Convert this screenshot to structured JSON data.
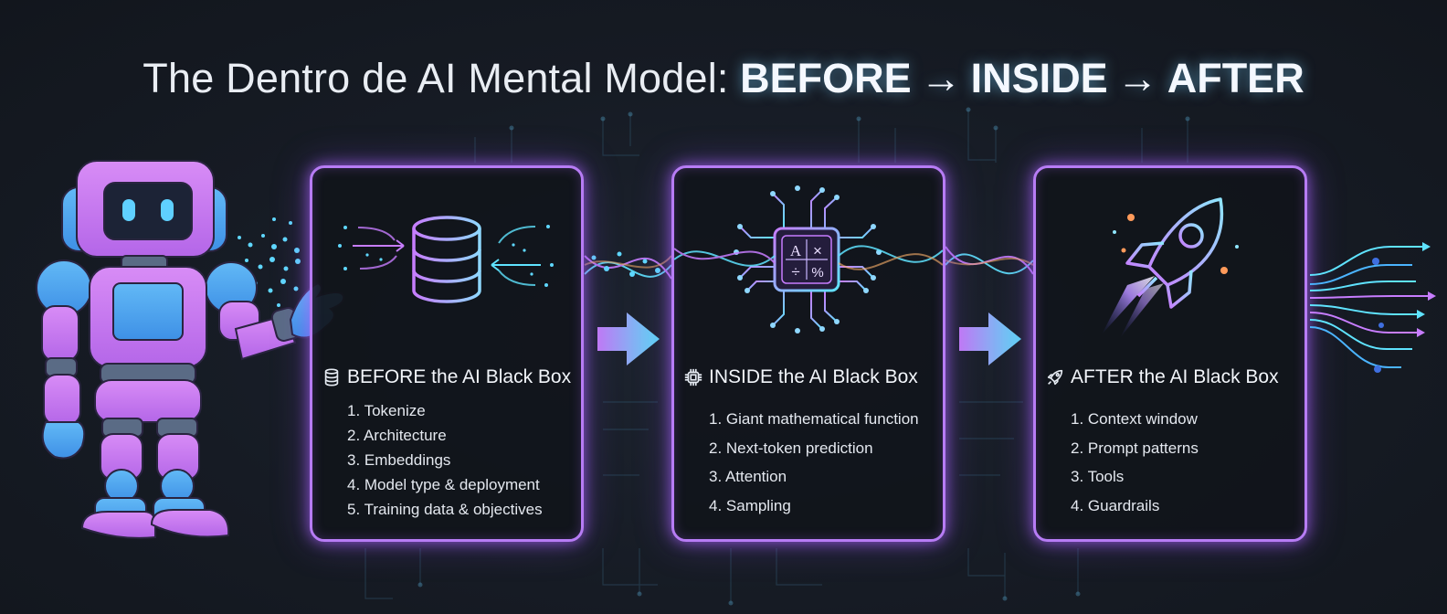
{
  "title": {
    "prefix": "The Dentro de AI Mental Model:",
    "steps": [
      "BEFORE",
      "INSIDE",
      "AFTER"
    ],
    "separator": "→"
  },
  "panels": [
    {
      "heading": "BEFORE the AI Black Box",
      "icon": "database-icon",
      "items": [
        "1. Tokenize",
        "2. Architecture",
        "3. Embeddings",
        "4. Model type & deployment",
        "5. Training data & objectives"
      ]
    },
    {
      "heading": "INSIDE the AI Black Box",
      "icon": "chip-icon",
      "items": [
        "1. Giant mathematical function",
        "2. Next-token prediction",
        "3. Attention",
        "4. Sampling"
      ]
    },
    {
      "heading": "AFTER the AI Black Box",
      "icon": "rocket-icon",
      "items": [
        "1. Context window",
        "2. Prompt patterns",
        "3. Tools",
        "4. Guardrails"
      ]
    }
  ],
  "chip_symbols": [
    "A",
    "×",
    "÷",
    "%"
  ],
  "colors": {
    "background": "#161b24",
    "panel_border": "#b77cf5",
    "accent_cyan": "#5fe3ff",
    "accent_purple": "#c77dff",
    "robot_purple": "#c777ee",
    "robot_blue": "#4aa8f2"
  }
}
